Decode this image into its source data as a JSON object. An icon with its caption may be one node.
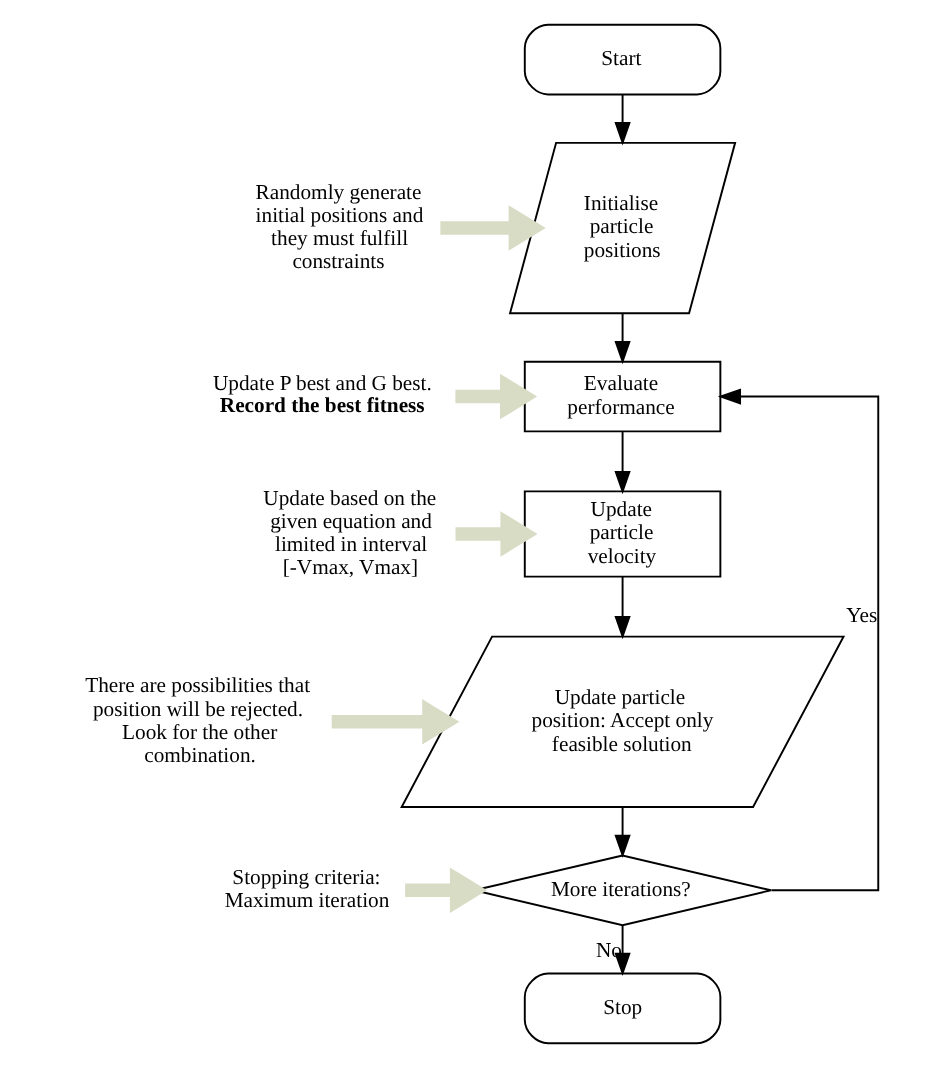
{
  "diagram": {
    "nodes": [
      {
        "text": [
          "Start"
        ]
      },
      {
        "text": [
          "Initialise particle positions"
        ]
      },
      {
        "text": [
          "Evaluate performance"
        ]
      },
      {
        "text": [
          "Update particle velocity"
        ]
      },
      {
        "text": [
          "Update particle position: Accept only feasible solution"
        ]
      },
      {
        "text": [
          "More iterations?"
        ]
      },
      {
        "text": [
          "Stop"
        ]
      },
      {
        "text": [
          "Randomly generate initial positions and they must fulfill constraints"
        ]
      },
      {
        "text": [
          "Update P best and G best.",
          "Record the best fitness"
        ]
      },
      {
        "text": [
          "Update based on the given equation and limited in interval [-Vmax, Vmax]"
        ]
      },
      {
        "text": [
          "There are possibilities that position will be rejected. Look for the other combination."
        ]
      },
      {
        "text": [
          "Stopping criteria: Maximum iteration"
        ]
      }
    ],
    "edges": [
      {
        "from": 0,
        "to": 1,
        "arrow": "to"
      },
      {
        "from": 1,
        "to": 2,
        "arrow": "to"
      },
      {
        "from": 2,
        "to": 3,
        "arrow": "to"
      },
      {
        "from": 3,
        "to": 4,
        "arrow": "to"
      },
      {
        "from": 4,
        "to": 5,
        "arrow": "to"
      },
      {
        "from": 5,
        "to": 2,
        "arrow": "to",
        "label": "Yes"
      },
      {
        "from": 5,
        "to": 6,
        "arrow": "to",
        "label": "No"
      },
      {
        "from": 7,
        "to": 1,
        "arrow": "to",
        "style": "thick",
        "color": "#d8dcc4"
      },
      {
        "from": 8,
        "to": 2,
        "arrow": "to",
        "style": "thick",
        "color": "#d8dcc4"
      },
      {
        "from": 9,
        "to": 3,
        "arrow": "to",
        "style": "thick",
        "color": "#d8dcc4"
      },
      {
        "from": 10,
        "to": 4,
        "arrow": "to",
        "style": "thick",
        "color": "#d8dcc4"
      },
      {
        "from": 11,
        "to": 5,
        "arrow": "to",
        "style": "thick",
        "color": "#d8dcc4"
      }
    ]
  }
}
